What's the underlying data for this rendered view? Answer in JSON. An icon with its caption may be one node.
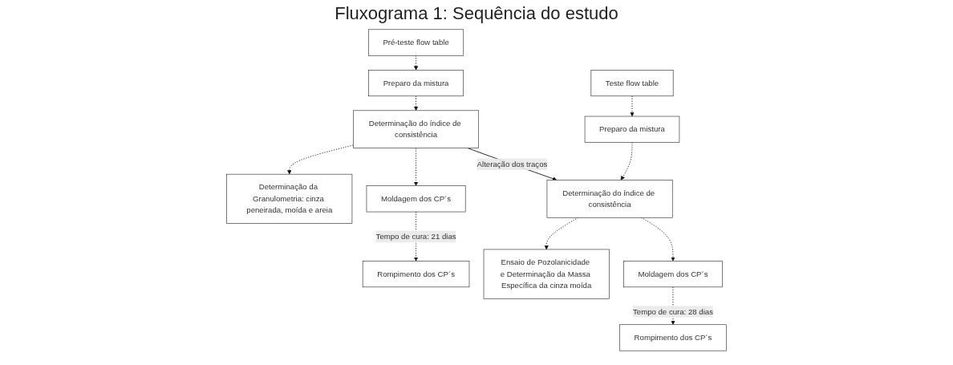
{
  "diagram": {
    "title": "Fluxograma 1: Sequência do estudo",
    "nodes": [
      {
        "text": [
          "Pré-teste flow table"
        ]
      },
      {
        "text": [
          "Preparo da mistura"
        ]
      },
      {
        "text": [
          "Determinação do índice de consistência"
        ]
      },
      {
        "text": [
          "Determinação da Granulometria: cinza peneirada, moída e areia"
        ]
      },
      {
        "text": [
          "Moldagem dos CP´s"
        ]
      },
      {
        "text": [
          "Rompimento dos CP´s"
        ]
      },
      {
        "text": [
          "Teste flow table"
        ]
      },
      {
        "text": [
          "Preparo da mistura"
        ]
      },
      {
        "text": [
          "Determinação do índice de consistência"
        ]
      },
      {
        "text": [
          "Ensaio de Pozolanicidade e Determinação da Massa Específica da cinza moída"
        ]
      },
      {
        "text": [
          "Moldagem dos CP´s"
        ]
      },
      {
        "text": [
          "Rompimento dos CP´s"
        ]
      }
    ],
    "edges": [
      {
        "from": 0,
        "to": 1,
        "arrow": "to",
        "style": "dashed"
      },
      {
        "from": 1,
        "to": 2,
        "arrow": "to",
        "style": "dashed"
      },
      {
        "from": 2,
        "to": 3,
        "arrow": "to",
        "style": "dashed"
      },
      {
        "from": 2,
        "to": 4,
        "arrow": "to",
        "style": "dashed"
      },
      {
        "from": 4,
        "to": 5,
        "arrow": "to",
        "style": "dashed",
        "label": "Tempo de cura: 21 dias"
      },
      {
        "from": 2,
        "to": 8,
        "arrow": "to",
        "label": "Alteração dos traços"
      },
      {
        "from": 6,
        "to": 7,
        "arrow": "to",
        "style": "dashed"
      },
      {
        "from": 7,
        "to": 8,
        "arrow": "to",
        "style": "dashed"
      },
      {
        "from": 8,
        "to": 9,
        "arrow": "to",
        "style": "dashed"
      },
      {
        "from": 8,
        "to": 10,
        "arrow": "to",
        "style": "dashed"
      },
      {
        "from": 10,
        "to": 11,
        "arrow": "to",
        "style": "dashed",
        "label": "Tempo de cura: 28 dias"
      }
    ]
  }
}
